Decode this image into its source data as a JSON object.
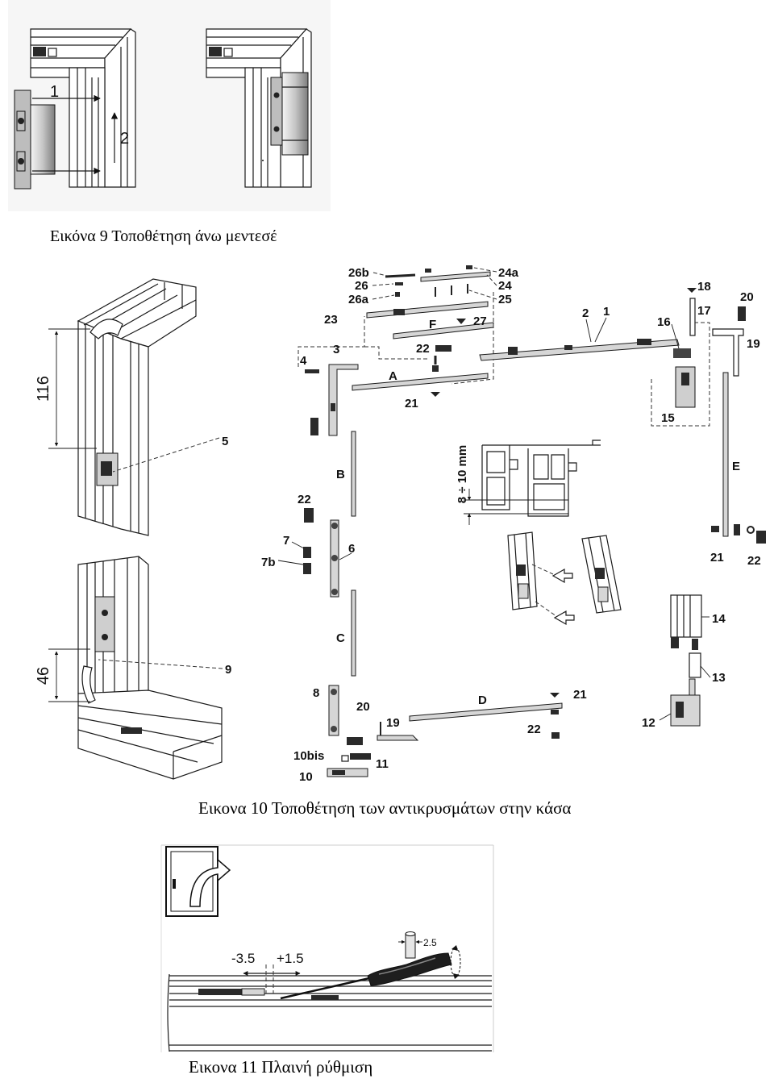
{
  "figure9": {
    "caption": "Εικόνα 9 Τοποθέτηση άνω μεντεσέ",
    "labels": {
      "step1": "1",
      "step2": "2"
    }
  },
  "figure10": {
    "caption": "Εικονα 10 Τοποθέτηση των αντικρυσμάτων στην κάσα",
    "dimensions": {
      "upper": "116",
      "lower": "46",
      "gap": "8 ÷ 10 mm"
    },
    "callouts": [
      "26b",
      "26",
      "26a",
      "24a",
      "24",
      "25",
      "23",
      "F",
      "27",
      "18",
      "20",
      "17",
      "2",
      "1",
      "16",
      "19",
      "4",
      "3",
      "22",
      "A",
      "21",
      "15",
      "5",
      "B",
      "E",
      "22",
      "7",
      "7b",
      "6",
      "21",
      "22",
      "14",
      "C",
      "9",
      "13",
      "8",
      "20",
      "19",
      "D",
      "21",
      "12",
      "22",
      "10bis",
      "11",
      "10"
    ]
  },
  "figure11": {
    "caption": "Εικονα 11 Πλαινή ρύθμιση",
    "labels": {
      "pin": "2.5",
      "minus": "-3.5",
      "plus": "+1.5"
    }
  }
}
